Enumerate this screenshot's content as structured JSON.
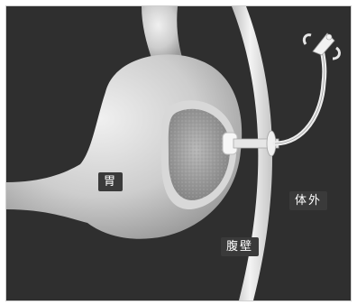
{
  "labels": {
    "stomach": "胃",
    "abdominal_wall": "腹壁",
    "outside_body": "体外"
  },
  "colors": {
    "background_dark": "#2f2f2f",
    "organ_fill": "#cfcfcf",
    "wall_fill": "#e8e8e8",
    "mucosa": "#a9a9a9",
    "label_bg": "#3a3a3a",
    "label_text": "#ffffff"
  },
  "icons": {
    "gastrostomy_tube": "gastrostomy-tube-icon"
  }
}
